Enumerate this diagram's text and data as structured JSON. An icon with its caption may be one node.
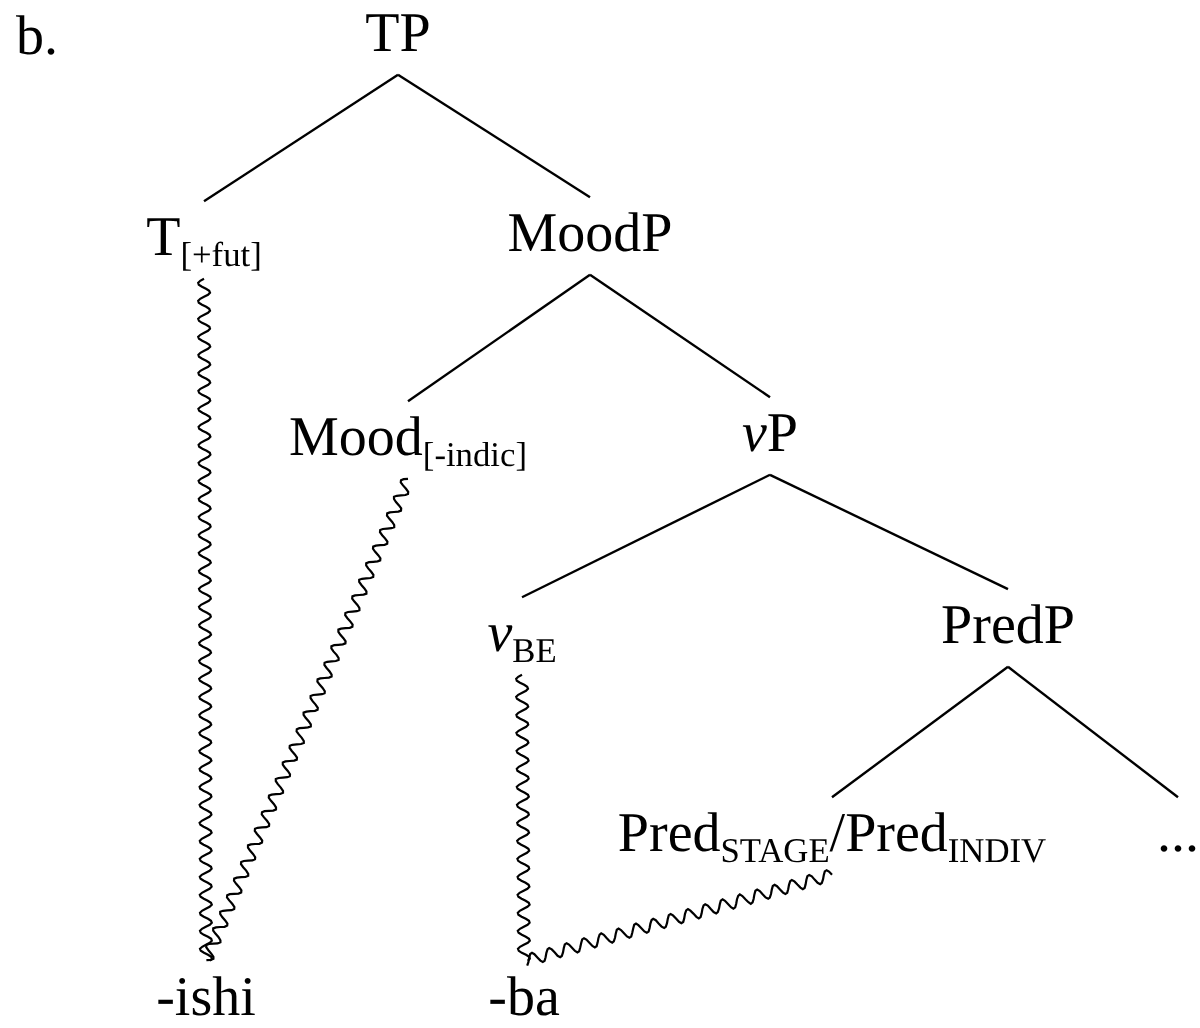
{
  "diagram": {
    "nodes": [
      {
        "text": [
          "TP"
        ]
      },
      {
        "text": [
          "T$_{[+fut]}$"
        ]
      },
      {
        "text": [
          "MoodP"
        ]
      },
      {
        "text": [
          "Mood$_{[-indic]}$"
        ]
      },
      {
        "text": [
          "vP"
        ]
      },
      {
        "text": [
          "v$_{BE}$"
        ]
      },
      {
        "text": [
          "PredP"
        ]
      },
      {
        "text": [
          "Pred$_{STAGE}$/Pred$_{INDIV}$"
        ]
      },
      {
        "text": [
          "..."
        ]
      },
      {
        "text": [
          "-ishi"
        ]
      },
      {
        "text": [
          "-ba"
        ]
      }
    ],
    "edges": [
      {
        "from": 0,
        "to": 1,
        "arrow": "none"
      },
      {
        "from": 0,
        "to": 2,
        "arrow": "none"
      },
      {
        "from": 2,
        "to": 3,
        "arrow": "none"
      },
      {
        "from": 2,
        "to": 4,
        "arrow": "none"
      },
      {
        "from": 4,
        "to": 5,
        "arrow": "none"
      },
      {
        "from": 4,
        "to": 6,
        "arrow": "none"
      },
      {
        "from": 6,
        "to": 7,
        "arrow": "none"
      },
      {
        "from": 6,
        "to": 8,
        "arrow": "none"
      },
      {
        "from": 1,
        "to": 9,
        "arrow": "none"
      },
      {
        "from": 3,
        "to": 9,
        "arrow": "none"
      },
      {
        "from": 5,
        "to": 10,
        "arrow": "none"
      },
      {
        "from": 7,
        "to": 10,
        "arrow": "none"
      }
    ],
    "labels": [
      "b."
    ]
  }
}
